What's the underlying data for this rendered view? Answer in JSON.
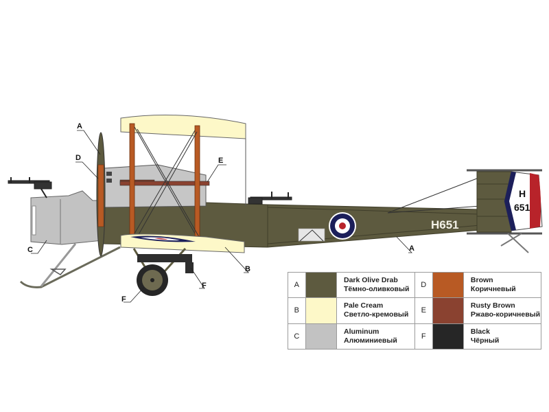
{
  "aircraft": {
    "serial_fuselage": "H651",
    "serial_tail_top": "H",
    "serial_tail_bottom": "651",
    "roundel_colors": {
      "outer": "#1c1f5a",
      "middle": "#ffffff",
      "center": "#b8232a"
    },
    "rudder_stripes": {
      "blue": "#1c1f5a",
      "white": "#ffffff",
      "red": "#b8232a"
    }
  },
  "callouts": [
    {
      "id": "A",
      "label": "A",
      "target": "propeller"
    },
    {
      "id": "D",
      "label": "D",
      "target": "propeller-hub"
    },
    {
      "id": "E",
      "label": "E",
      "target": "engine-nacelle-strut"
    },
    {
      "id": "C",
      "label": "C",
      "target": "nose"
    },
    {
      "id": "F1",
      "label": "F",
      "target": "wheel-tyre"
    },
    {
      "id": "F2",
      "label": "F",
      "target": "undercarriage"
    },
    {
      "id": "B",
      "label": "B",
      "target": "lower-wing"
    },
    {
      "id": "A2",
      "label": "A",
      "target": "fuselage"
    }
  ],
  "legend": {
    "rows": [
      {
        "left": {
          "letter": "A",
          "color": "#5d5a3f",
          "name_en": "Dark Olive Drab",
          "name_ru": "Тёмно-оливковый"
        },
        "right": {
          "letter": "D",
          "color": "#b85a24",
          "name_en": "Brown",
          "name_ru": "Коричневый"
        }
      },
      {
        "left": {
          "letter": "B",
          "color": "#fdf8c8",
          "name_en": "Pale Cream",
          "name_ru": "Светло-кремовый"
        },
        "right": {
          "letter": "E",
          "color": "#8a4230",
          "name_en": "Rusty Brown",
          "name_ru": "Ржаво-коричневый"
        }
      },
      {
        "left": {
          "letter": "C",
          "color": "#c2c2c2",
          "name_en": "Aluminum",
          "name_ru": "Алюминиевый"
        },
        "right": {
          "letter": "F",
          "color": "#262626",
          "name_en": "Black",
          "name_ru": "Чёрный"
        }
      }
    ]
  }
}
